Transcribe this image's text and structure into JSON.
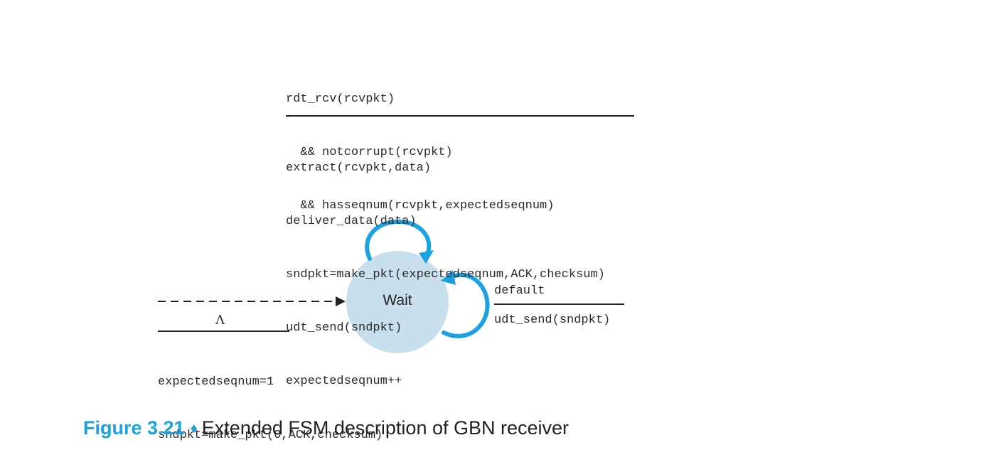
{
  "colors": {
    "accent": "#1aa3e0",
    "state_fill": "#c8e0ee",
    "text": "#222222"
  },
  "top_transition": {
    "event_lines": [
      "rdt_rcv(rcvpkt)",
      "  && notcorrupt(rcvpkt)",
      "  && hasseqnum(rcvpkt,expectedseqnum)"
    ],
    "action_lines": [
      "extract(rcvpkt,data)",
      "deliver_data(data)",
      "sndpkt=make_pkt(expectedseqnum,ACK,checksum)",
      "udt_send(sndpkt)",
      "expectedseqnum++"
    ]
  },
  "state": {
    "label": "Wait"
  },
  "initial_transition": {
    "event": "Λ",
    "action_lines": [
      "expectedseqnum=1",
      "sndpkt=make_pkt(0,ACK,checksum)"
    ]
  },
  "right_transition": {
    "event": "default",
    "action": "udt_send(sndpkt)"
  },
  "caption": {
    "figure_number": "Figure 3.21",
    "separator": "♦",
    "text": "Extended FSM description of GBN receiver"
  }
}
